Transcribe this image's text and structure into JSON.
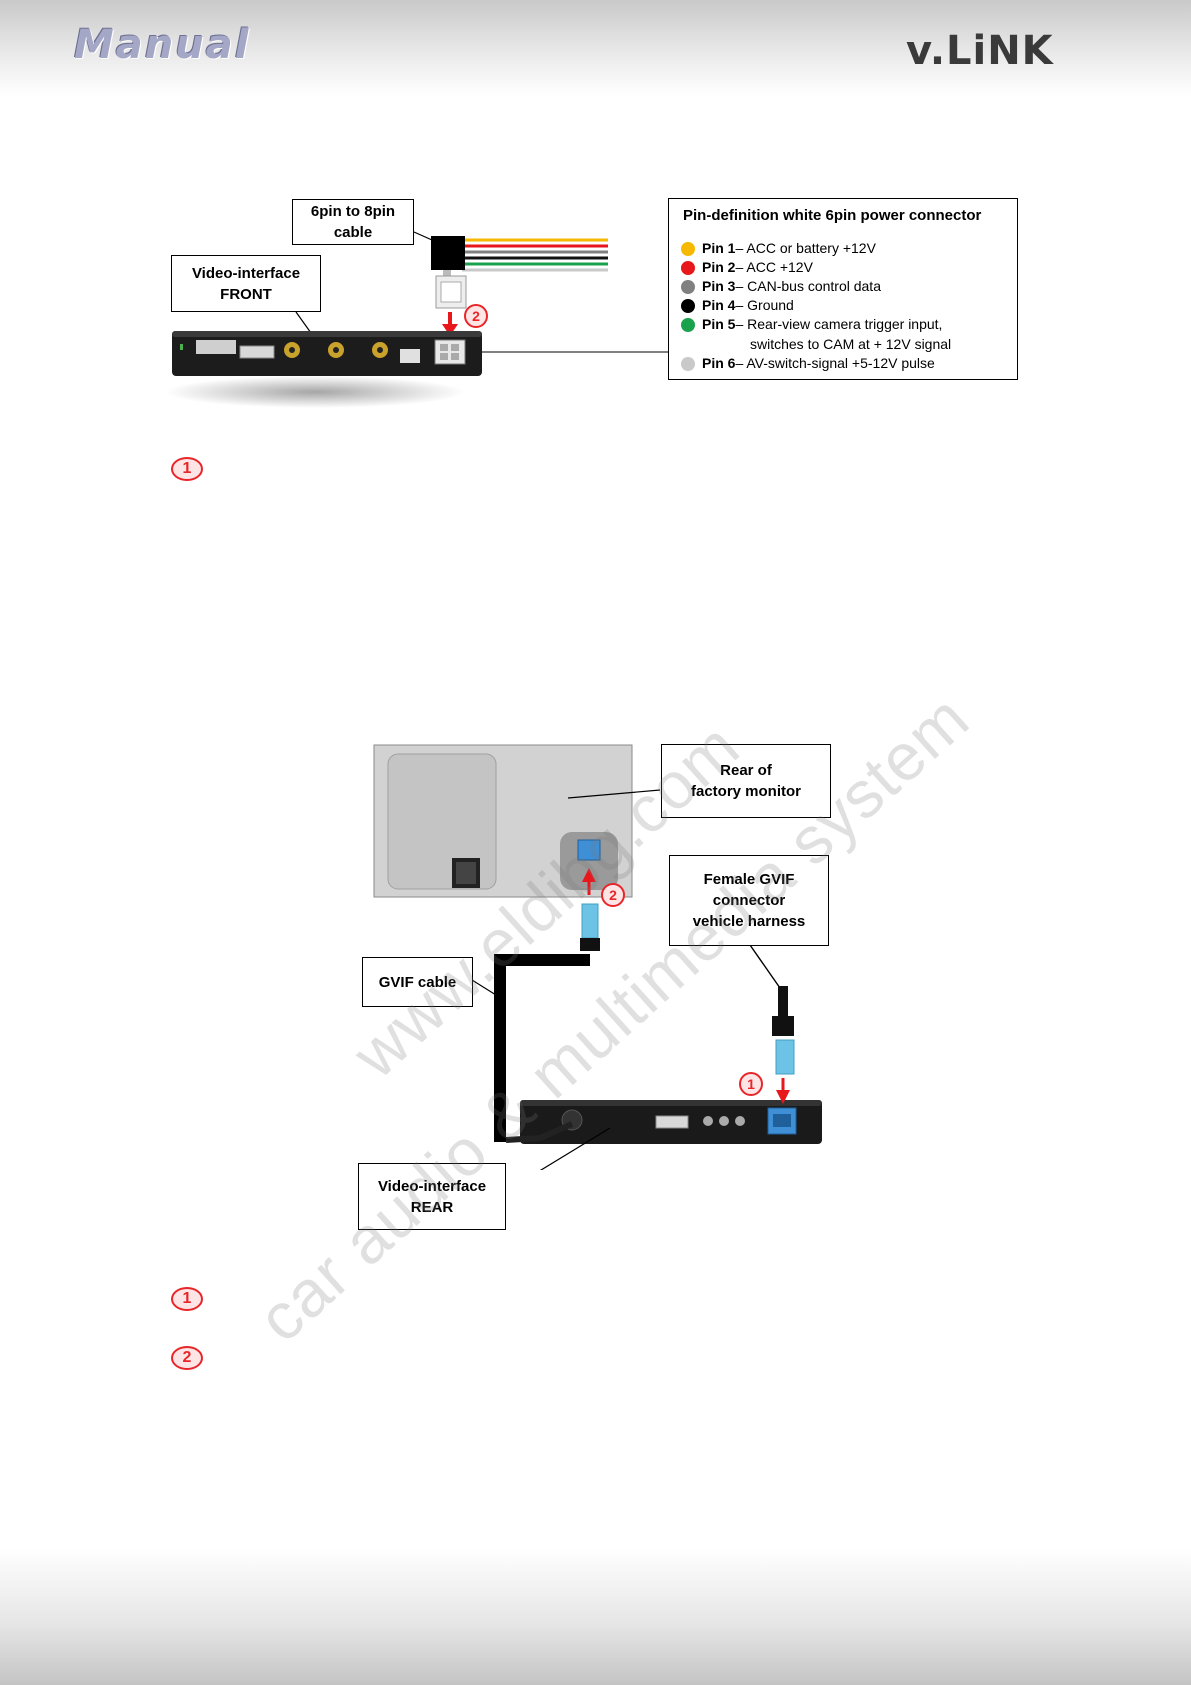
{
  "header": {
    "brand_left": "Manual",
    "brand_right": "v.LiNK"
  },
  "figure_top": {
    "cable_label": [
      "6pin to 8pin",
      "cable"
    ],
    "front_label": [
      "Video-interface",
      "FRONT"
    ],
    "pin_box": {
      "title": "Pin-definition white 6pin power connector",
      "pins": [
        {
          "pin": "Pin 1",
          "desc": " – ACC or battery +12V",
          "color": "#f6b800"
        },
        {
          "pin": "Pin 2",
          "desc": " – ACC +12V",
          "color": "#e8171c"
        },
        {
          "pin": "Pin 3",
          "desc": " – CAN-bus control data",
          "color": "#808080"
        },
        {
          "pin": "Pin 4",
          "desc": " – Ground",
          "color": "#000000"
        },
        {
          "pin": "Pin 5",
          "desc": " – Rear-view camera trigger input,",
          "color": "#1aa14c"
        },
        {
          "pin": "Pin 6",
          "desc": " – AV-switch-signal +5-12V pulse",
          "color": "#c9c9c9"
        }
      ],
      "pin5_cont": "switches to CAM at + 12V signal"
    },
    "marker": "2"
  },
  "step_markers": {
    "first": "1"
  },
  "figure_bottom": {
    "monitor_label": [
      "Rear of",
      "factory monitor"
    ],
    "gvif_female_label": [
      "Female GVIF",
      "connector",
      "vehicle harness"
    ],
    "gvif_cable_label": "GVIF cable",
    "rear_label": [
      "Video-interface",
      "REAR"
    ],
    "marker_1": "1",
    "marker_2": "2"
  },
  "bottom_markers": {
    "first": "1",
    "second": "2"
  },
  "watermark": {
    "line1": "www.eldibg.com",
    "line2": "car audio & multimedia system"
  }
}
